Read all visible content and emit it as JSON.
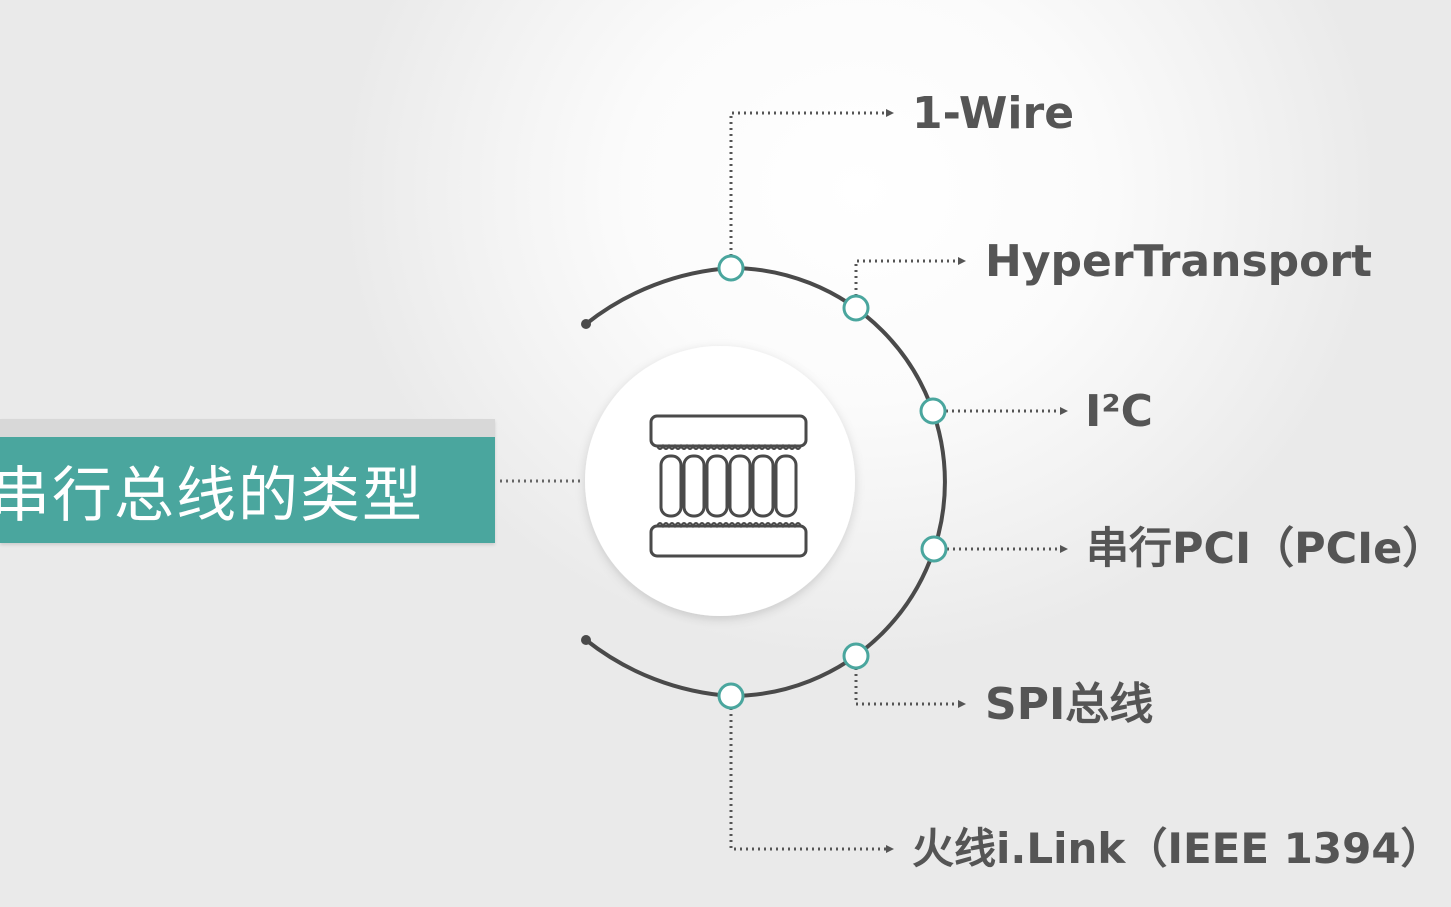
{
  "title": "串行总线的类型",
  "center_icon": "serial-bus-connector-icon",
  "colors": {
    "accent": "#4aa69e",
    "ring": "#4a4a4a",
    "text": "#555555",
    "node_fill": "#ffffff"
  },
  "bus_types": [
    {
      "id": "one-wire",
      "label": "1-Wire"
    },
    {
      "id": "hypertransport",
      "label": "HyperTransport"
    },
    {
      "id": "i2c",
      "label": "I²C"
    },
    {
      "id": "pcie",
      "label": "串行PCI（PCIe）"
    },
    {
      "id": "spi",
      "label": "SPI总线"
    },
    {
      "id": "firewire",
      "label": "火线i.Link（IEEE 1394）"
    }
  ]
}
